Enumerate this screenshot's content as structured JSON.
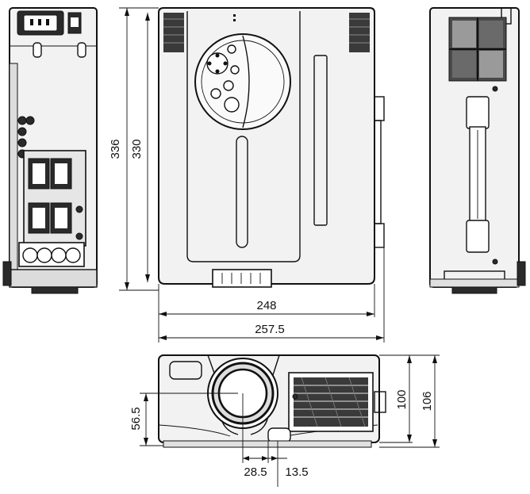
{
  "dimensions": {
    "front_height_outer": "336",
    "front_height_inner": "330",
    "width_inner": "248",
    "width_outer": "257.5",
    "side_height_inner": "100",
    "side_height_outer": "106",
    "lens_height": "56.5",
    "lens_offset_a": "28.5",
    "lens_offset_b": "13.5"
  }
}
